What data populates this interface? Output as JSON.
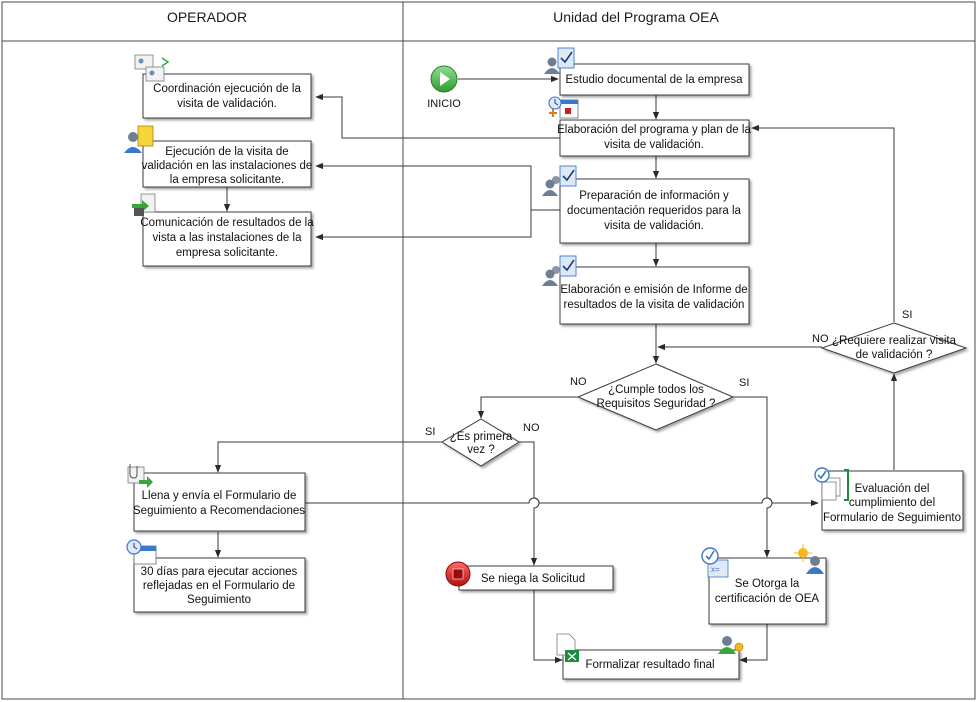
{
  "lanes": {
    "operator": "OPERADOR",
    "unit": "Unidad del Programa OEA"
  },
  "start_label": "INICIO",
  "nodes": {
    "coordinacion": [
      "Coordinación ejecución de la",
      "visita de validación."
    ],
    "ejecucion": [
      "Ejecución de la visita de",
      "validación en las instalaciones de",
      "la empresa solicitante."
    ],
    "comunicacion": [
      "Comunicación de resultados de la",
      "vista a las instalaciones de la",
      "empresa solicitante."
    ],
    "estudio": [
      "Estudio documental de la empresa"
    ],
    "elaboracion_programa": [
      "Elaboración del programa y plan de la",
      "visita de validación."
    ],
    "preparacion": [
      "Preparación de información y",
      "documentación requeridos para la",
      "visita de validación."
    ],
    "informe": [
      "Elaboración e emisión de Informe de",
      "resultados de la visita de validación"
    ],
    "cumple": [
      "¿Cumple todos los",
      "Requisitos Seguridad ?"
    ],
    "requiere": [
      "¿Requiere realizar visita",
      "de validación ?"
    ],
    "primera": [
      "¿Es primera",
      "vez ?"
    ],
    "llena": [
      "Llena y envía el Formulario de",
      "Seguimiento a Recomendaciones"
    ],
    "evaluacion": [
      "Evaluación del",
      "cumplimiento del",
      "Formulario de Seguimiento"
    ],
    "treinta": [
      "30 días para ejecutar acciones",
      "reflejadas en el Formulario de",
      "Seguimiento"
    ],
    "niega": [
      "Se niega la Solicitud"
    ],
    "otorga": [
      "Se Otorga la",
      "certificación de OEA"
    ],
    "formalizar": [
      "Formalizar resultado final"
    ]
  },
  "branch_labels": {
    "cumple_no": "NO",
    "cumple_si": "SI",
    "requiere_no": "NO",
    "requiere_si": "SI",
    "primera_si": "SI",
    "primera_no": "NO"
  },
  "colors": {
    "start_green": "#3aa63a",
    "stop_red": "#d01c1c",
    "icon_blue": "#3c78c8",
    "excel_green": "#1e8a3c"
  }
}
